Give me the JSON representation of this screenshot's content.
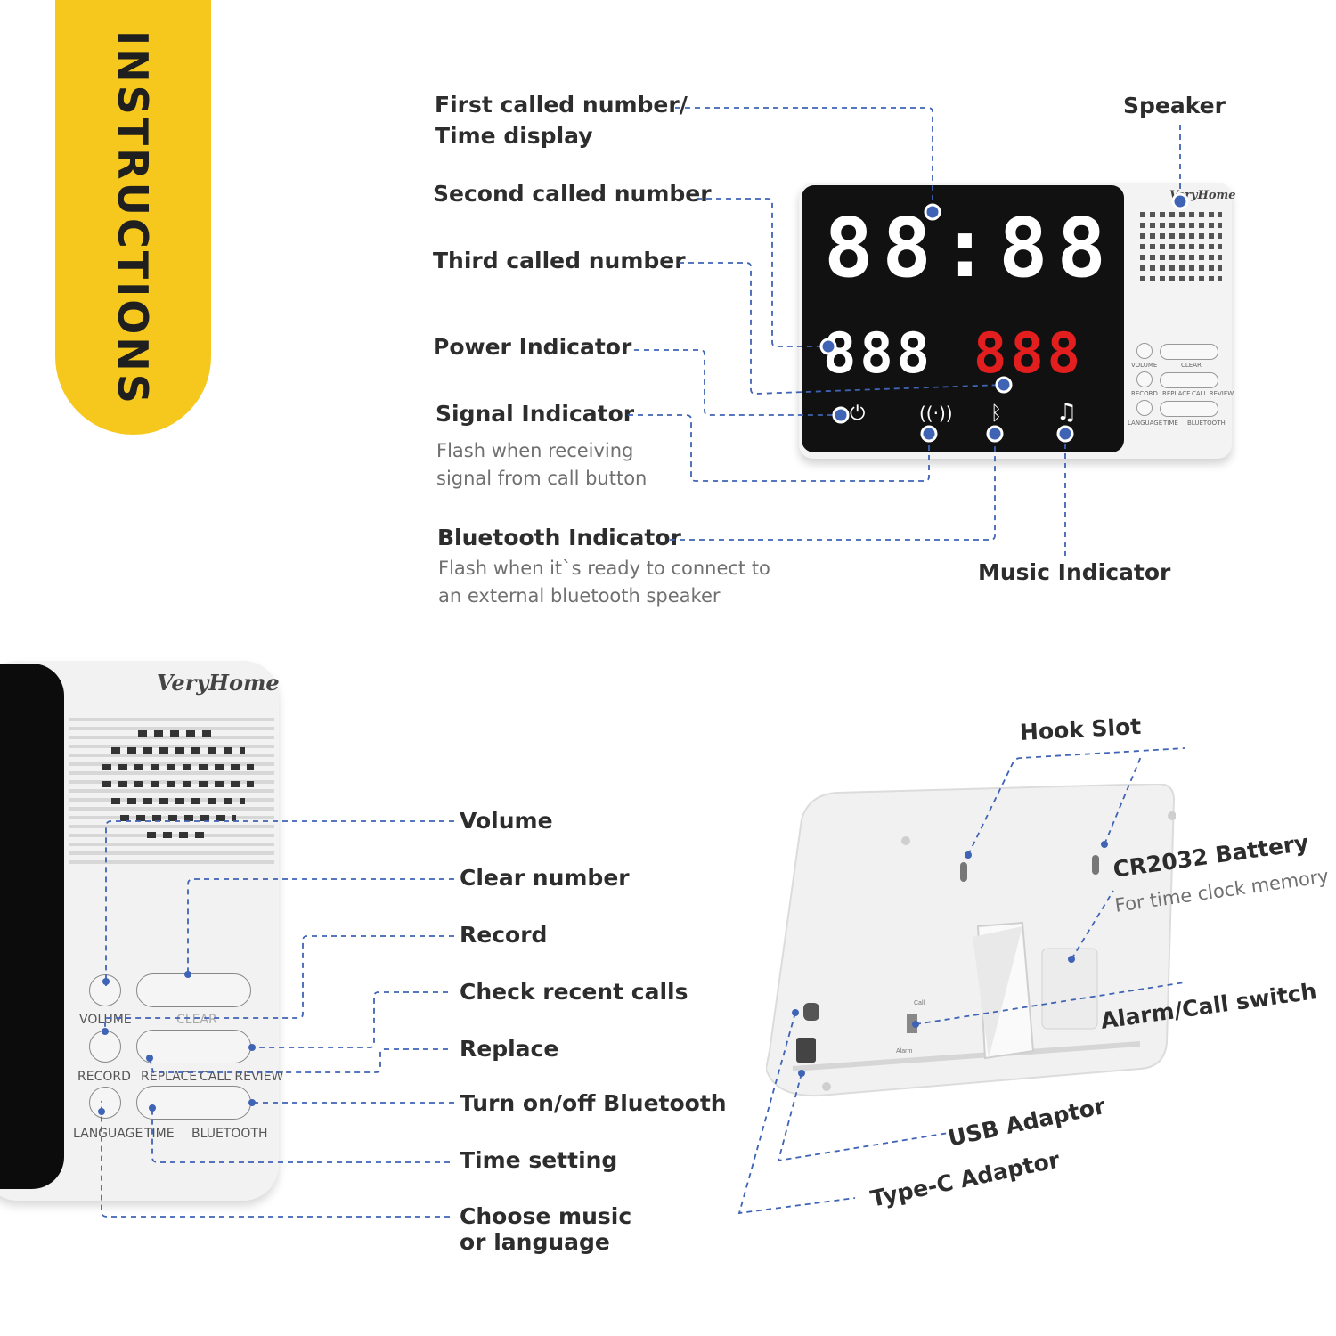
{
  "title": "INSTRUCTIONS",
  "brand": "VeryHome",
  "display": {
    "time": "88:88",
    "row2_white": "888",
    "row2_red": "888"
  },
  "front_labels": {
    "first_called_line1": "First called number/",
    "first_called_line2": "Time display",
    "second_called": "Second called number",
    "third_called": "Third called number",
    "power": "Power Indicator",
    "signal": "Signal Indicator",
    "signal_desc_line1": "Flash when receiving",
    "signal_desc_line2": "signal from call button",
    "bluetooth": "Bluetooth Indicator",
    "bluetooth_desc_line1": "Flash when it`s ready to connect to",
    "bluetooth_desc_line2": "an external bluetooth speaker",
    "speaker": "Speaker",
    "music": "Music Indicator"
  },
  "device_buttons": {
    "volume": "VOLUME",
    "clear": "CLEAR",
    "record": "RECORD",
    "replace": "REPLACE",
    "call_review": "CALL REVIEW",
    "language": "LANGUAGE",
    "time": "TIME",
    "bluetooth": "BLUETOOTH"
  },
  "side_labels": {
    "volume": "Volume",
    "clear": "Clear number",
    "record": "Record",
    "check": "Check recent calls",
    "replace": "Replace",
    "bluetooth": "Turn on/off Bluetooth",
    "time": "Time setting",
    "music_line1": "Choose music",
    "music_line2": "or language"
  },
  "back_labels": {
    "hook": "Hook Slot",
    "battery": "CR2032 Battery",
    "battery_desc": "For time clock memory",
    "switch": "Alarm/Call switch",
    "usb": "USB Adaptor",
    "typec": "Type-C Adaptor",
    "switch_call": "Call",
    "switch_alarm": "Alarm"
  },
  "colors": {
    "accent_yellow": "#f6c81d",
    "leader_blue": "#3f63b5",
    "segment_red": "#e21e1e"
  }
}
